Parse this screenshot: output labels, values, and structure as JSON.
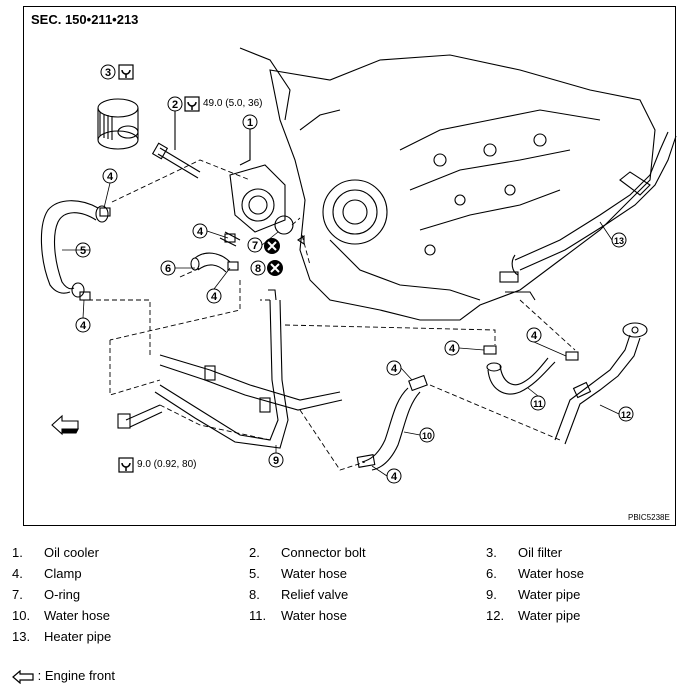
{
  "section_title": "SEC. 150•211•213",
  "figure_code": "PBIC5238E",
  "torque": {
    "bolt2": "49.0 (5.0, 36)",
    "bolt_bottom": "9.0 (0.92, 80)"
  },
  "callouts": [
    "1",
    "2",
    "3",
    "4",
    "5",
    "6",
    "7",
    "8",
    "9",
    "10",
    "11",
    "12",
    "13"
  ],
  "legend": [
    {
      "num": "1.",
      "name": "Oil cooler"
    },
    {
      "num": "2.",
      "name": "Connector bolt"
    },
    {
      "num": "3.",
      "name": "Oil filter"
    },
    {
      "num": "4.",
      "name": "Clamp"
    },
    {
      "num": "5.",
      "name": "Water hose"
    },
    {
      "num": "6.",
      "name": "Water hose"
    },
    {
      "num": "7.",
      "name": "O-ring"
    },
    {
      "num": "8.",
      "name": "Relief valve"
    },
    {
      "num": "9.",
      "name": "Water pipe"
    },
    {
      "num": "10.",
      "name": "Water hose"
    },
    {
      "num": "11.",
      "name": "Water hose"
    },
    {
      "num": "12.",
      "name": "Water pipe"
    },
    {
      "num": "13.",
      "name": "Heater pipe"
    }
  ],
  "front_note": ": Engine front",
  "icons": [
    "torque-wrench-icon",
    "do-not-reuse-icon",
    "engine-front-arrow-icon"
  ]
}
